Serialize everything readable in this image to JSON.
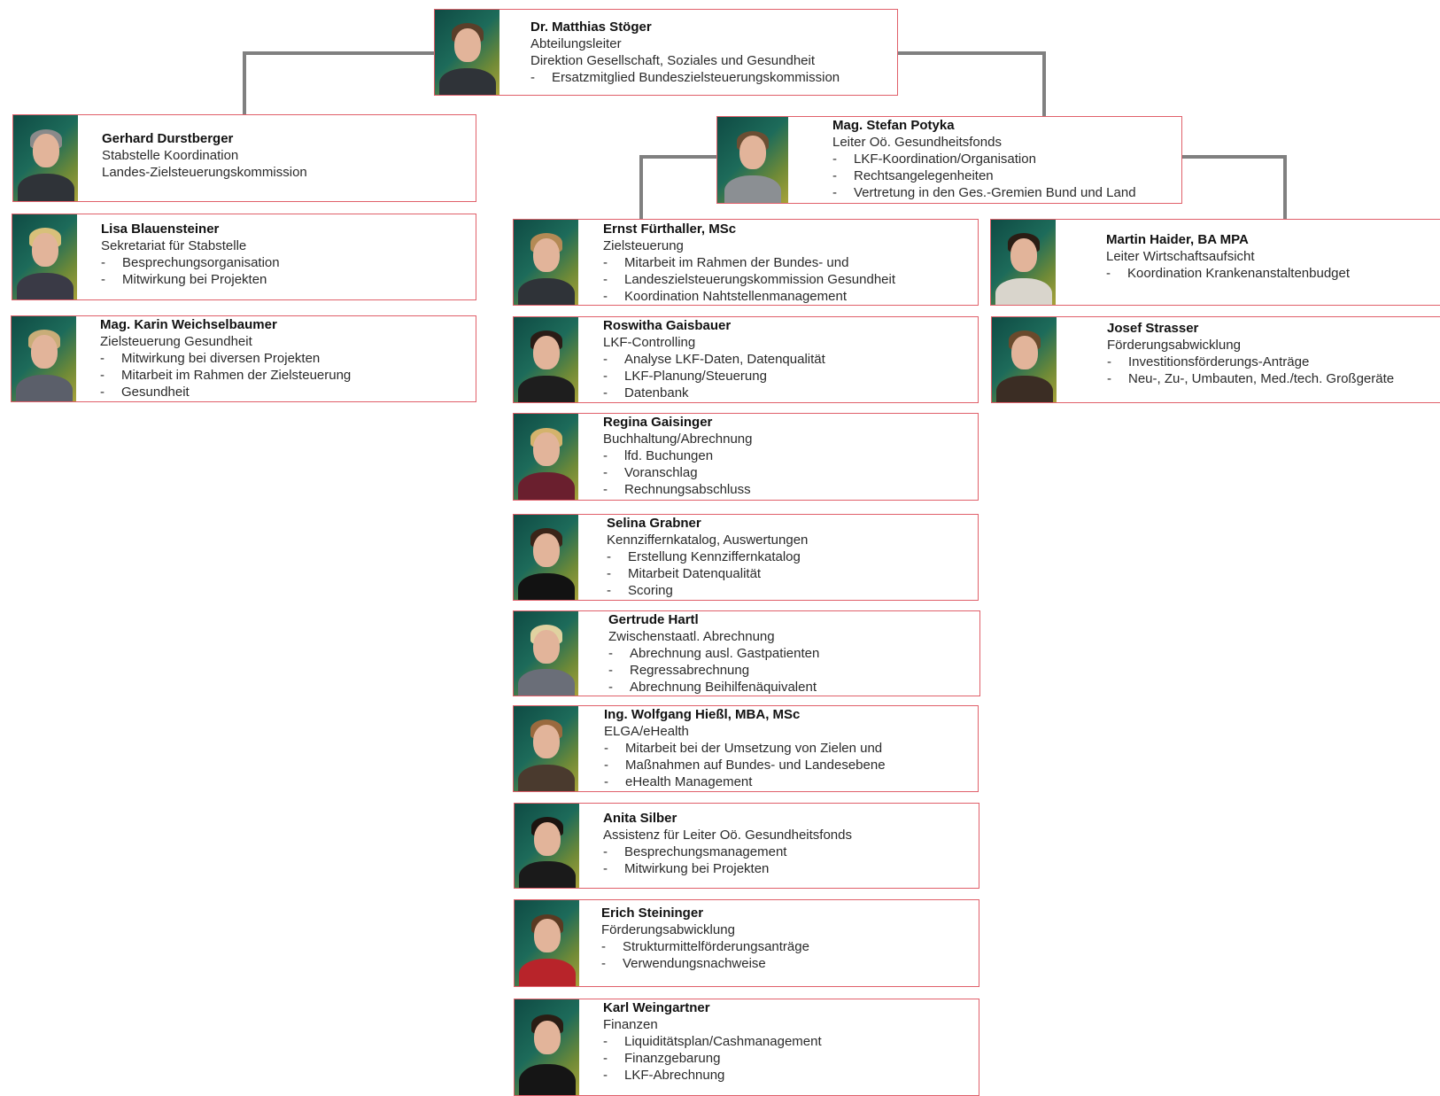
{
  "colors": {
    "card_border": "#e0606a",
    "connector": "#808080",
    "photo_background": "#1d6b5a"
  },
  "people": {
    "head": {
      "name": "Dr. Matthias Stöger",
      "lines": [
        "Abteilungsleiter",
        "Direktion Gesellschaft, Soziales und Gesundheit"
      ],
      "bullets": [
        "Ersatzmitglied Bundeszielsteuerungskommission"
      ]
    },
    "durstberger": {
      "name": "Gerhard Durstberger",
      "lines": [
        "Stabstelle Koordination",
        "Landes-Zielsteuerungskommission"
      ],
      "bullets": []
    },
    "blauensteiner": {
      "name": "Lisa Blauensteiner",
      "lines": [
        "Sekretariat für Stabstelle"
      ],
      "bullets": [
        "Besprechungsorganisation",
        "Mitwirkung bei Projekten"
      ]
    },
    "weichselbaumer": {
      "name": "Mag. Karin Weichselbaumer",
      "lines": [
        "Zielsteuerung Gesundheit"
      ],
      "bullets": [
        "Mitwirkung bei diversen Projekten",
        "Mitarbeit im Rahmen der Zielsteuerung",
        "Gesundheit"
      ]
    },
    "potyka": {
      "name": "Mag. Stefan Potyka",
      "lines": [
        "Leiter Oö. Gesundheitsfonds"
      ],
      "bullets": [
        "LKF-Koordination/Organisation",
        "Rechtsangelegenheiten",
        "Vertretung in den Ges.-Gremien Bund und Land"
      ]
    },
    "fuerthaller": {
      "name": "Ernst Fürthaller, MSc",
      "lines": [
        "Zielsteuerung"
      ],
      "bullets": [
        "Mitarbeit im Rahmen der Bundes- und",
        "Landeszielsteuerungskommission Gesundheit",
        "Koordination Nahtstellenmanagement"
      ]
    },
    "haider": {
      "name": "Martin Haider, BA MPA",
      "lines": [
        "Leiter Wirtschaftsaufsicht"
      ],
      "bullets": [
        "Koordination Krankenanstaltenbudget"
      ]
    },
    "gaisbauer": {
      "name": "Roswitha Gaisbauer",
      "lines": [
        "LKF-Controlling"
      ],
      "bullets": [
        "Analyse LKF-Daten, Datenqualität",
        "LKF-Planung/Steuerung",
        "Datenbank"
      ]
    },
    "strasser": {
      "name": "Josef Strasser",
      "lines": [
        "Förderungsabwicklung"
      ],
      "bullets": [
        "Investitionsförderungs-Anträge",
        "Neu-, Zu-, Umbauten, Med./tech. Großgeräte"
      ]
    },
    "gaisinger": {
      "name": "Regina Gaisinger",
      "lines": [
        "Buchhaltung/Abrechnung"
      ],
      "bullets": [
        "lfd. Buchungen",
        "Voranschlag",
        "Rechnungsabschluss"
      ]
    },
    "grabner": {
      "name": "Selina Grabner",
      "lines": [
        "Kennziffernkatalog, Auswertungen"
      ],
      "bullets": [
        "Erstellung Kennziffernkatalog",
        "Mitarbeit Datenqualität",
        "Scoring"
      ]
    },
    "hartl": {
      "name": "Gertrude Hartl",
      "lines": [
        "Zwischenstaatl. Abrechnung"
      ],
      "bullets": [
        "Abrechnung ausl. Gastpatienten",
        "Regressabrechnung",
        "Abrechnung Beihilfenäquivalent"
      ]
    },
    "hiessl": {
      "name": "Ing. Wolfgang Hießl, MBA, MSc",
      "lines": [
        "ELGA/eHealth"
      ],
      "bullets": [
        "Mitarbeit bei der Umsetzung von Zielen und",
        "Maßnahmen auf Bundes- und Landesebene",
        "eHealth Management"
      ]
    },
    "silber": {
      "name": "Anita Silber",
      "lines": [
        "Assistenz für Leiter Oö. Gesundheitsfonds"
      ],
      "bullets": [
        "Besprechungsmanagement",
        "Mitwirkung bei Projekten"
      ]
    },
    "steininger": {
      "name": "Erich Steininger",
      "lines": [
        "Förderungsabwicklung"
      ],
      "bullets": [
        "Strukturmittelförderungsanträge",
        "Verwendungsnachweise"
      ]
    },
    "weingartner": {
      "name": "Karl Weingartner",
      "lines": [
        "Finanzen"
      ],
      "bullets": [
        "Liquiditätsplan/Cashmanagement",
        "Finanzgebarung",
        "LKF-Abrechnung"
      ]
    }
  }
}
